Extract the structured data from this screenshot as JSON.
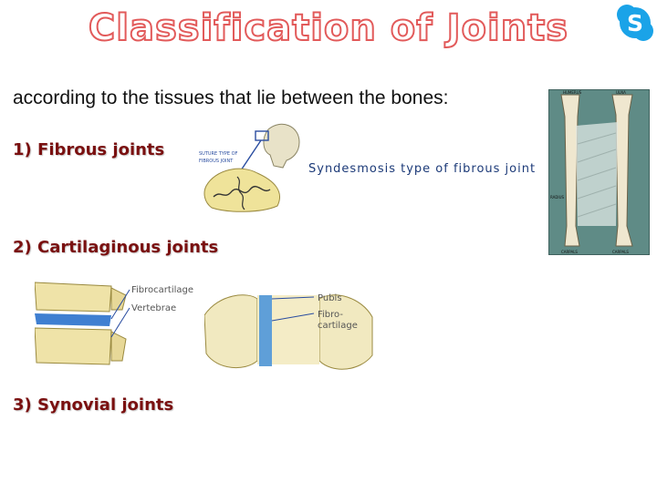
{
  "slide": {
    "title": "Classification of Joints",
    "intro": "according to the tissues that lie between the bones:",
    "headings": {
      "fibrous": "1) Fibrous joints",
      "cartilaginous": "2) Cartilaginous joints",
      "synovial": "3) Synovial joints"
    },
    "syndesmosis_caption": "Syndesmosis type of fibrous joint",
    "colors": {
      "title_outline": "#e25a5a",
      "heading": "#7a1010",
      "caption": "#1c3a78",
      "skype_blue": "#1aa3e8"
    }
  },
  "figures": {
    "skull": {
      "labels": [
        "SUTURE TYPE OF",
        "FIBROUS JOINT"
      ]
    },
    "spine": {
      "labels": [
        "Fibrocartilage",
        "Vertebrae"
      ]
    },
    "pubis": {
      "labels": [
        "Pubis",
        "Fibro-",
        "cartilage"
      ]
    },
    "forearm": {
      "labels": [
        "HUMERUS",
        "ULNA",
        "RADIUS",
        "CARPALS",
        "CARPALS"
      ]
    }
  },
  "icons": {
    "corner": "skype-icon"
  }
}
